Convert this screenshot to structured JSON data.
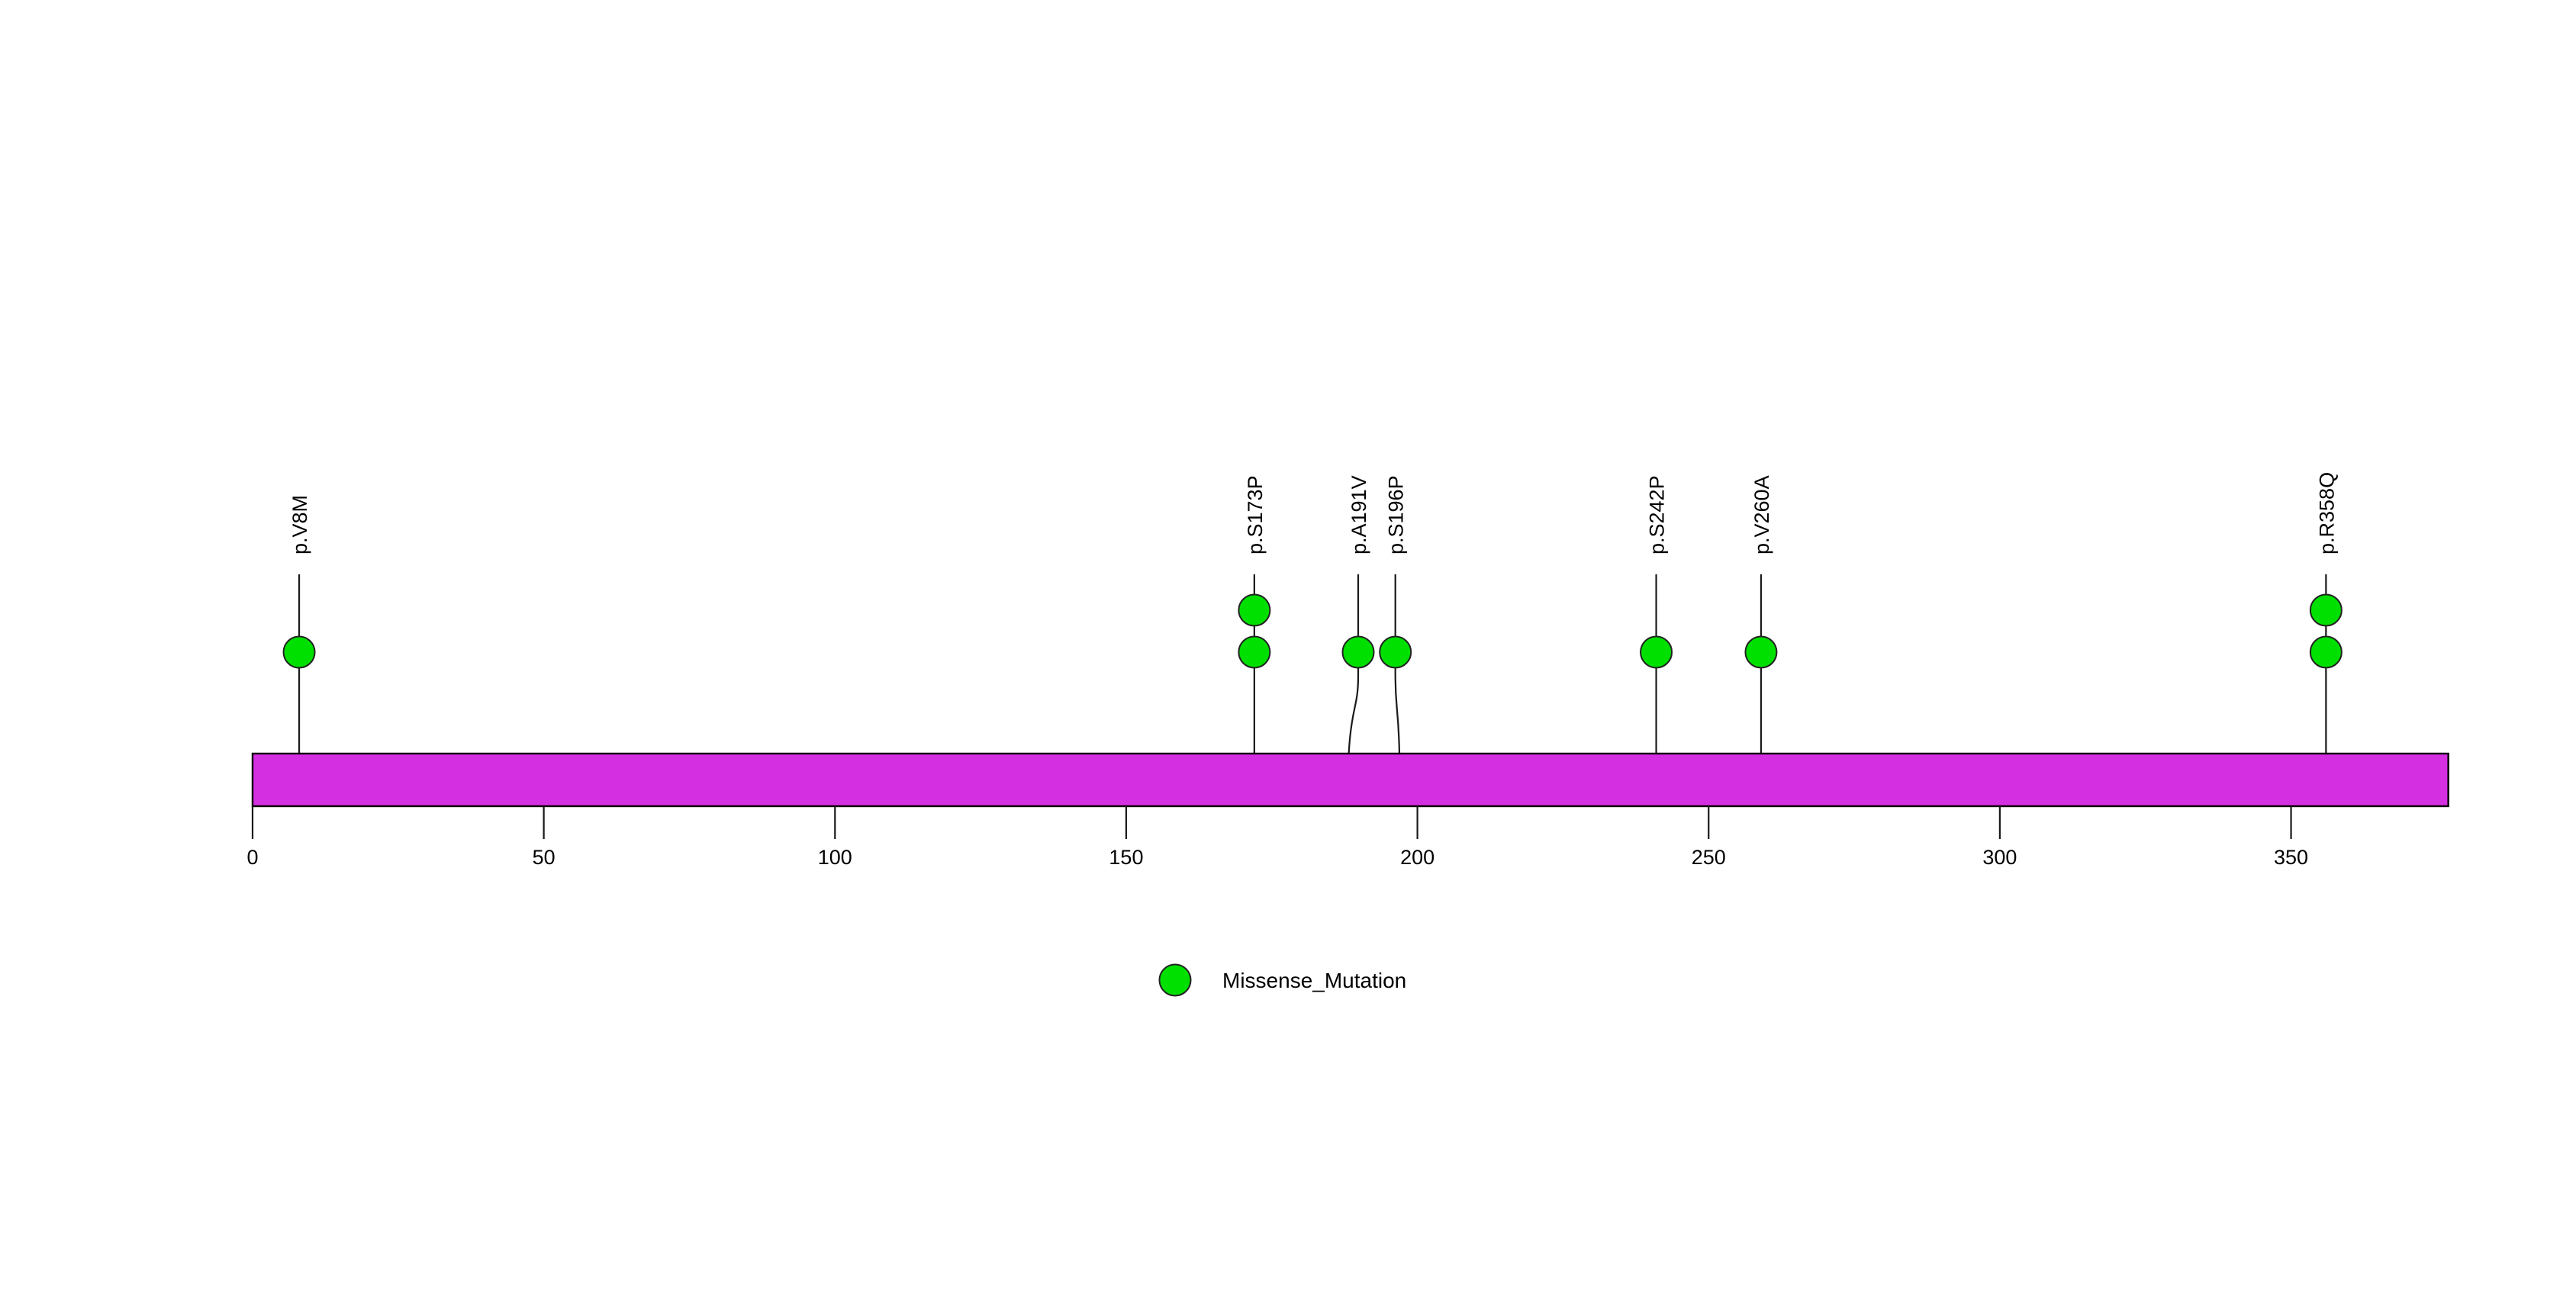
{
  "chart_data": {
    "type": "lollipop",
    "title": "",
    "xlabel": "",
    "ylabel": "",
    "xlim": [
      0,
      377
    ],
    "grid": false,
    "protein": {
      "length": 377,
      "track_color": "#d42fe0",
      "track_start": 0,
      "track_end": 377
    },
    "axis": {
      "ticks": [
        0,
        50,
        100,
        150,
        200,
        250,
        300,
        350
      ],
      "tick_labels": [
        "0",
        "50",
        "100",
        "150",
        "200",
        "250",
        "300",
        "350"
      ]
    },
    "mutations": [
      {
        "label": "p.V8M",
        "position": 8,
        "count": 1,
        "type": "Missense_Mutation",
        "color": "#00e000"
      },
      {
        "label": "p.S173P",
        "position": 172,
        "count": 2,
        "type": "Missense_Mutation",
        "color": "#00e000"
      },
      {
        "label": "p.A191V",
        "position": 188,
        "count": 1,
        "type": "Missense_Mutation",
        "color": "#00e000"
      },
      {
        "label": "p.S196P",
        "position": 197,
        "count": 1,
        "type": "Missense_Mutation",
        "color": "#00e000"
      },
      {
        "label": "p.S242P",
        "position": 241,
        "count": 1,
        "type": "Missense_Mutation",
        "color": "#00e000"
      },
      {
        "label": "p.V260A",
        "position": 259,
        "count": 1,
        "type": "Missense_Mutation",
        "color": "#00e000"
      },
      {
        "label": "p.R358Q",
        "position": 356,
        "count": 2,
        "type": "Missense_Mutation",
        "color": "#00e000"
      }
    ],
    "legend": {
      "position": "bottom",
      "entries": [
        {
          "label": "Missense_Mutation",
          "color": "#00e000",
          "marker": "circle"
        }
      ]
    },
    "colors": {
      "track": "#d42fe0",
      "mutation": "#00e000",
      "stem": "#1a1a1a",
      "text": "#000000",
      "background": "#ffffff"
    }
  }
}
